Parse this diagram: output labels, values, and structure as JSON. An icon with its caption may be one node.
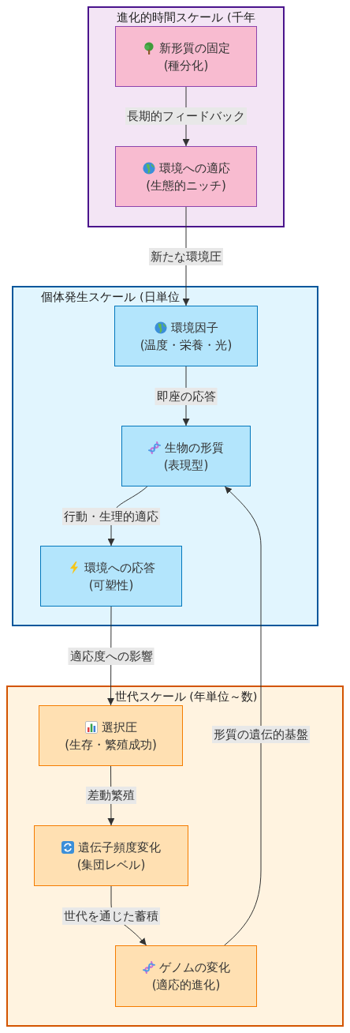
{
  "diagram": {
    "nodes": [
      {
        "text": [
          "進化的時間スケール (千年"
        ]
      },
      {
        "text": [
          "新形質の固定",
          "(種分化)"
        ],
        "in": 0
      },
      {
        "text": [
          "環境への適応",
          "(生態的ニッチ)"
        ],
        "in": 0
      },
      {
        "text": [
          "個体発生スケール (日単位"
        ]
      },
      {
        "text": [
          "環境因子",
          "(温度・栄養・光)"
        ],
        "in": 3
      },
      {
        "text": [
          "生物の形質",
          "(表現型)"
        ],
        "in": 3
      },
      {
        "text": [
          "環境への応答",
          "(可塑性)"
        ],
        "in": 3
      },
      {
        "text": [
          "世代スケール (年単位～数)"
        ]
      },
      {
        "text": [
          "選択圧",
          "(生存・繁殖成功)"
        ],
        "in": 7
      },
      {
        "text": [
          "遺伝子頻度変化",
          "(集団レベル)"
        ],
        "in": 7
      },
      {
        "text": [
          "ゲノムの変化",
          "(適応的進化)"
        ],
        "in": 7
      }
    ],
    "edges": [
      {
        "from": 1,
        "to": 2,
        "arrow": "to",
        "label": "長期的フィードバック"
      },
      {
        "from": 2,
        "to": 4,
        "arrow": "to",
        "label": "新たな環境圧"
      },
      {
        "from": 4,
        "to": 5,
        "arrow": "to",
        "label": "即座の応答"
      },
      {
        "from": 5,
        "to": 6,
        "arrow": "to",
        "label": "行動・生理的適応"
      },
      {
        "from": 6,
        "to": 8,
        "arrow": "to",
        "label": "適応度への影響"
      },
      {
        "from": 8,
        "to": 9,
        "arrow": "to",
        "label": "差動繁殖"
      },
      {
        "from": 9,
        "to": 10,
        "arrow": "to",
        "label": "世代を通じた蓄積"
      },
      {
        "from": 10,
        "to": 5,
        "arrow": "to",
        "label": "形質の遺伝的基盤"
      }
    ]
  }
}
